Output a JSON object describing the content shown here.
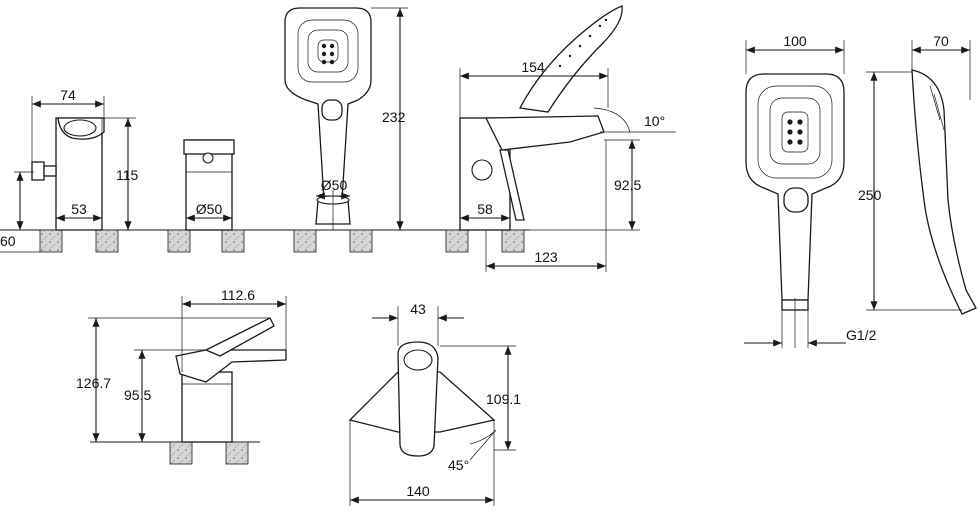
{
  "colors": {
    "line": "#1a1a1a",
    "ground_fill": "#d9d9d9",
    "background": "#ffffff"
  },
  "dimensions": {
    "d74": "74",
    "d115": "115",
    "d53": "53",
    "d60": "60",
    "d50a": "Ø50",
    "d232": "232",
    "d50b": "Ø50",
    "d154": "154",
    "d10deg": "10°",
    "d92_5": "92.5",
    "d58": "58",
    "d123": "123",
    "d100": "100",
    "d70": "70",
    "d250": "250",
    "dG12": "G1/2",
    "d112_6": "112.6",
    "d126_7": "126.7",
    "d95_5": "95.5",
    "d43": "43",
    "d109_1": "109.1",
    "d45deg": "45°",
    "d140": "140"
  }
}
